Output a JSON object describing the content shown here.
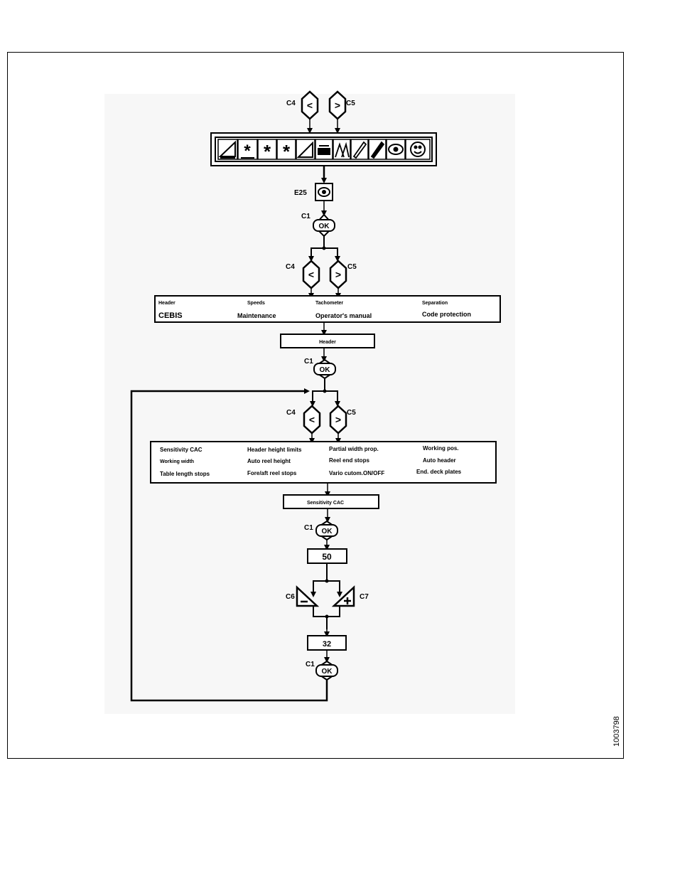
{
  "keys": {
    "left": "C4",
    "right": "C5",
    "ok": "C1",
    "minus": "C6",
    "plus": "C7",
    "eye_key": "E25",
    "ok_label": "OK"
  },
  "main_menu": {
    "icons": [
      "header-icon",
      "speeds-icon",
      "fan-icon",
      "fan-alt-icon",
      "slope-icon",
      "tachometer-icon",
      "separation-icon",
      "pencil-icon",
      "pencil-filled-icon",
      "eye-icon",
      "code-icon"
    ]
  },
  "submenu": {
    "row1": [
      "Header",
      "Speeds",
      "Tachometer",
      "Separation"
    ],
    "row2": [
      "CEBIS",
      "Maintenance",
      "Operator's manual",
      "Code protection"
    ]
  },
  "selected_submenu": "Header",
  "header_menu": {
    "row1": [
      "Sensitivity CAC",
      "Header height limits",
      "Partial width prop.",
      "Working pos."
    ],
    "row2": [
      "Working width",
      "Auto reel height",
      "Reel end stops",
      "Auto header"
    ],
    "row3": [
      "Table length stops",
      "Fore/aft reel stops",
      "Vario cutom.ON/OFF",
      "End. deck plates"
    ]
  },
  "selected_header_item": "Sensitivity CAC",
  "value_before": "50",
  "value_after": "32",
  "figure_id": "1003798",
  "colors": {
    "line": "#000000",
    "panel": "#f7f7f7",
    "box": "#ffffff"
  }
}
